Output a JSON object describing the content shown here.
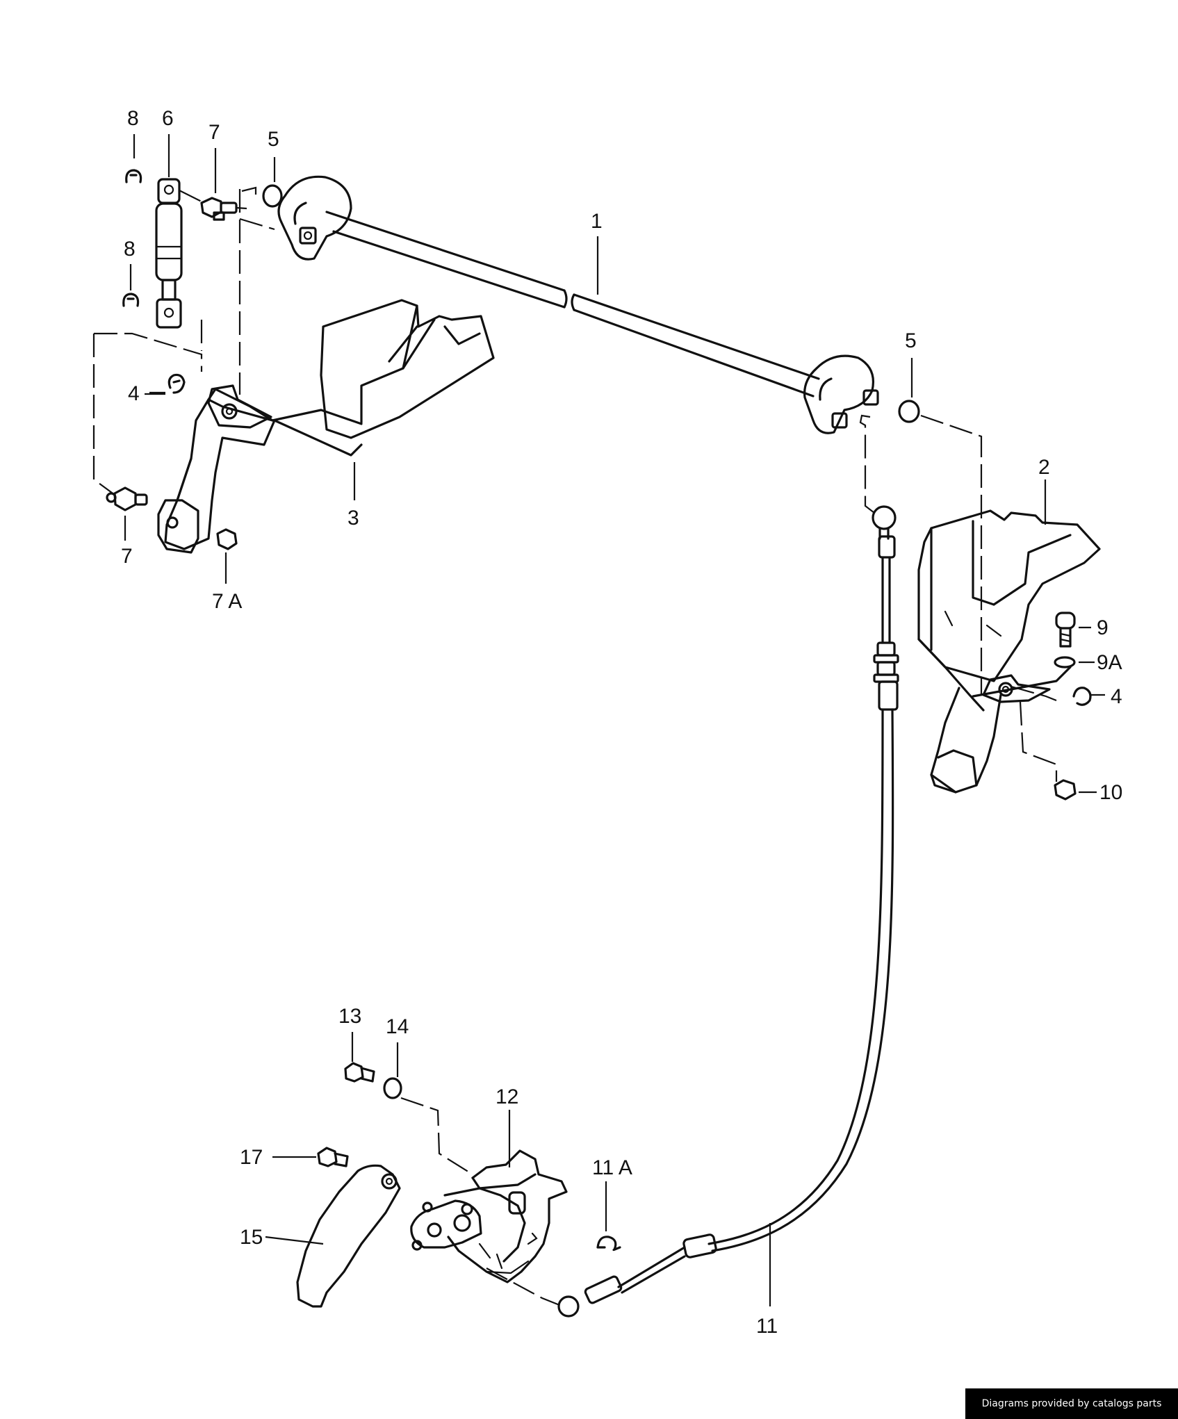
{
  "callouts": {
    "c1": "1",
    "c2": "2",
    "c3": "3",
    "c4a": "4",
    "c4b": "4",
    "c5a": "5",
    "c5b": "5",
    "c6": "6",
    "c7a": "7",
    "c7b": "7",
    "c7A": "7 A",
    "c8a": "8",
    "c8b": "8",
    "c9": "9",
    "c9A": "9A",
    "c10": "10",
    "c11": "11",
    "c11A": "11 A",
    "c12": "12",
    "c13": "13",
    "c14": "14",
    "c15": "15",
    "c17": "17"
  },
  "credit": "Diagrams provided by catalogs parts"
}
